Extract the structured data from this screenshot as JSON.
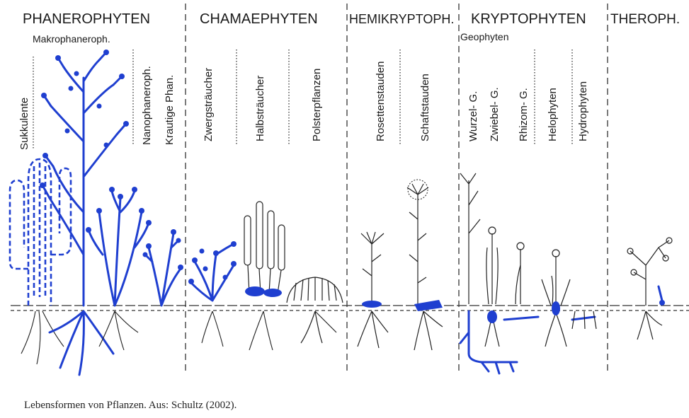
{
  "headers": {
    "phanerophyten": "PHANEROPHYTEN",
    "chamaephyten": "CHAMAEPHYTEN",
    "hemikryptoph": "HEMIKRYPTOPH.",
    "kryptophyten": "KRYPTOPHYTEN",
    "theroph": "THEROPH."
  },
  "subheaders": {
    "makrophaneroph": "Makrophaneroph.",
    "geophyten": "Geophyten"
  },
  "labels": {
    "sukkulente": "Sukkulente",
    "nanophaneroph": "Nanophaneroph.",
    "krautige_phan": "Krautige Phan.",
    "zwergstraeucher": "Zwergsträucher",
    "halbstraeucher": "Halbsträucher",
    "polsterpflanzen": "Polsterpflanzen",
    "rosettenstauden": "Rosettenstauden",
    "schaftstauden": "Schaftstauden",
    "wurzel_g": "Wurzel- G.",
    "zwiebel_g": "Zwiebel- G.",
    "rhizom_g": "Rhizom- G.",
    "helophyten": "Helophyten",
    "hydrophyten": "Hydrophyten"
  },
  "caption": "Lebensformen von Pflanzen. Aus: Schultz (2002).",
  "colors": {
    "plant_blue": "#1f3fd0",
    "ink": "#1a1a1a"
  }
}
